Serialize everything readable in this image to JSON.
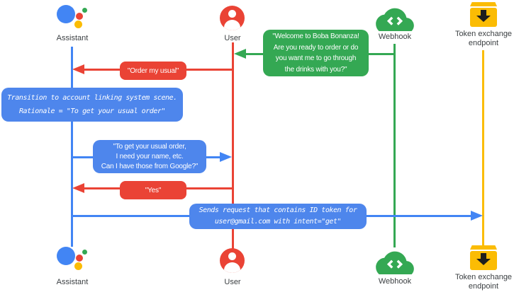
{
  "diagram_type": "sequence-diagram",
  "colors": {
    "blue_line": "#4285F4",
    "blue_box": "#4E86EC",
    "red": "#EA4335",
    "green": "#34A853",
    "yellow": "#FBBC04",
    "label_gray": "#3C4043"
  },
  "actors": {
    "assistant": {
      "label": "Assistant"
    },
    "user": {
      "label": "User"
    },
    "webhook": {
      "label": "Webhook"
    },
    "token_endpoint": {
      "label_line1": "Token exchange",
      "label_line2": "endpoint"
    }
  },
  "messages": {
    "welcome": {
      "from": "webhook",
      "to": "user",
      "lines": [
        "\"Welcome to Boba Bonanza!",
        "Are you ready to order or do",
        "you want me to go through",
        "the drinks with you?\""
      ]
    },
    "order_usual": {
      "from": "user",
      "to": "assistant",
      "text": "\"Order my usual\""
    },
    "transition_note": {
      "attached_to": "assistant",
      "lines": [
        "Transition to account linking system scene.",
        "Rationale = \"To get your usual order\""
      ]
    },
    "ask_permission": {
      "from": "assistant",
      "to": "user",
      "lines": [
        "\"To get your usual order,",
        "I need your name, etc.",
        "Can I have those from Google?\""
      ]
    },
    "yes": {
      "from": "user",
      "to": "assistant",
      "text": "\"Yes\""
    },
    "send_request": {
      "from": "assistant",
      "to": "token_endpoint",
      "lines": [
        "Sends request that contains ID token for",
        "user@gmail.com with intent=\"get\""
      ]
    }
  }
}
